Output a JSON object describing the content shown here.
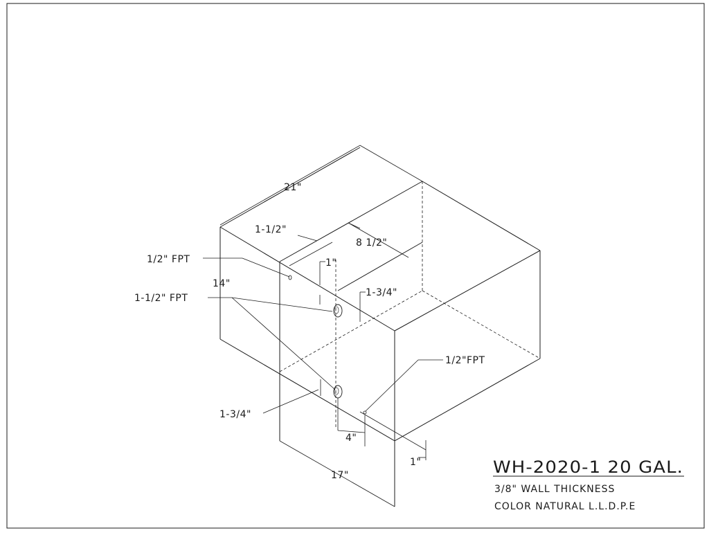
{
  "title": {
    "model": "WH-2020-1  20 GAL.",
    "spec_line_1": "3/8\" WALL THICKNESS",
    "spec_line_2": "COLOR NATURAL L.L.D.P.E"
  },
  "dimensions": {
    "length": "21\"",
    "height": "14\"",
    "width": "17\"",
    "top_offset_a": "1-1/2\"",
    "top_offset_b": "8 1/2\"",
    "front_offset_top": "1\"",
    "fitting_offset_upper": "1-3/4\"",
    "fitting_offset_lower": "1-3/4\"",
    "drain_spacing": "4\"",
    "bottom_offset": "1\""
  },
  "fittings": {
    "top_fitting": "1/2\" FPT",
    "side_fittings": "1-1/2\" FPT",
    "bottom_fitting": "1/2\"FPT"
  }
}
